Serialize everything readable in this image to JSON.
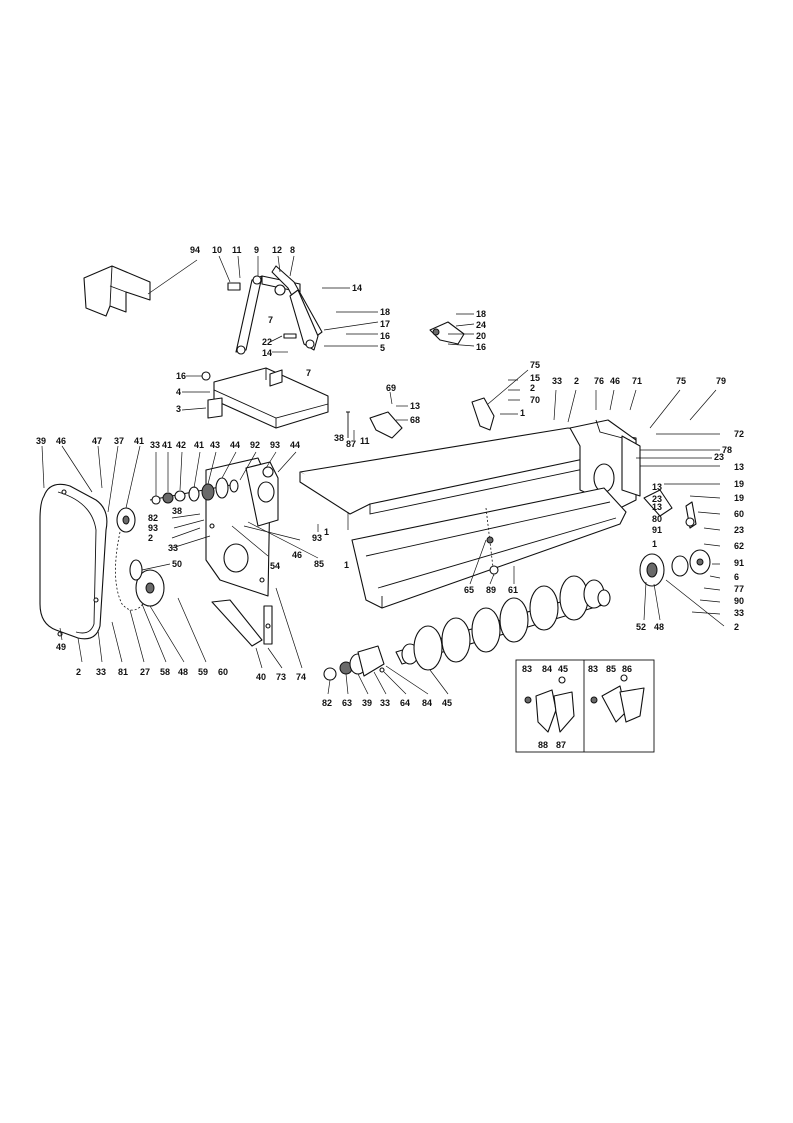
{
  "colors": {
    "ink": "#111111",
    "paper": "#ffffff",
    "shade": "#6a6a6a"
  },
  "callouts": [
    "94",
    "10",
    "11",
    "9",
    "12",
    "8",
    "14",
    "18",
    "17",
    "16",
    "5",
    "7",
    "22",
    "14",
    "7",
    "18",
    "24",
    "20",
    "16",
    "16",
    "4",
    "3",
    "69",
    "13",
    "68",
    "38",
    "87",
    "11",
    "75",
    "15",
    "2",
    "70",
    "1",
    "33",
    "2",
    "76",
    "46",
    "71",
    "75",
    "79",
    "72",
    "78",
    "23",
    "13",
    "19",
    "19",
    "60",
    "23",
    "13",
    "23",
    "13",
    "80",
    "91",
    "1",
    "62",
    "91",
    "6",
    "77",
    "90",
    "33",
    "2",
    "52",
    "48",
    "39",
    "46",
    "47",
    "37",
    "41",
    "33",
    "41",
    "42",
    "41",
    "43",
    "44",
    "92",
    "93",
    "44",
    "38",
    "82",
    "93",
    "2",
    "33",
    "93",
    "1",
    "46",
    "85",
    "54",
    "1",
    "50",
    "49",
    "2",
    "33",
    "81",
    "27",
    "58",
    "48",
    "59",
    "60",
    "40",
    "73",
    "74",
    "65",
    "89",
    "61",
    "82",
    "63",
    "39",
    "33",
    "64",
    "84",
    "45",
    "83",
    "84",
    "45",
    "83",
    "85",
    "86",
    "88",
    "87"
  ]
}
